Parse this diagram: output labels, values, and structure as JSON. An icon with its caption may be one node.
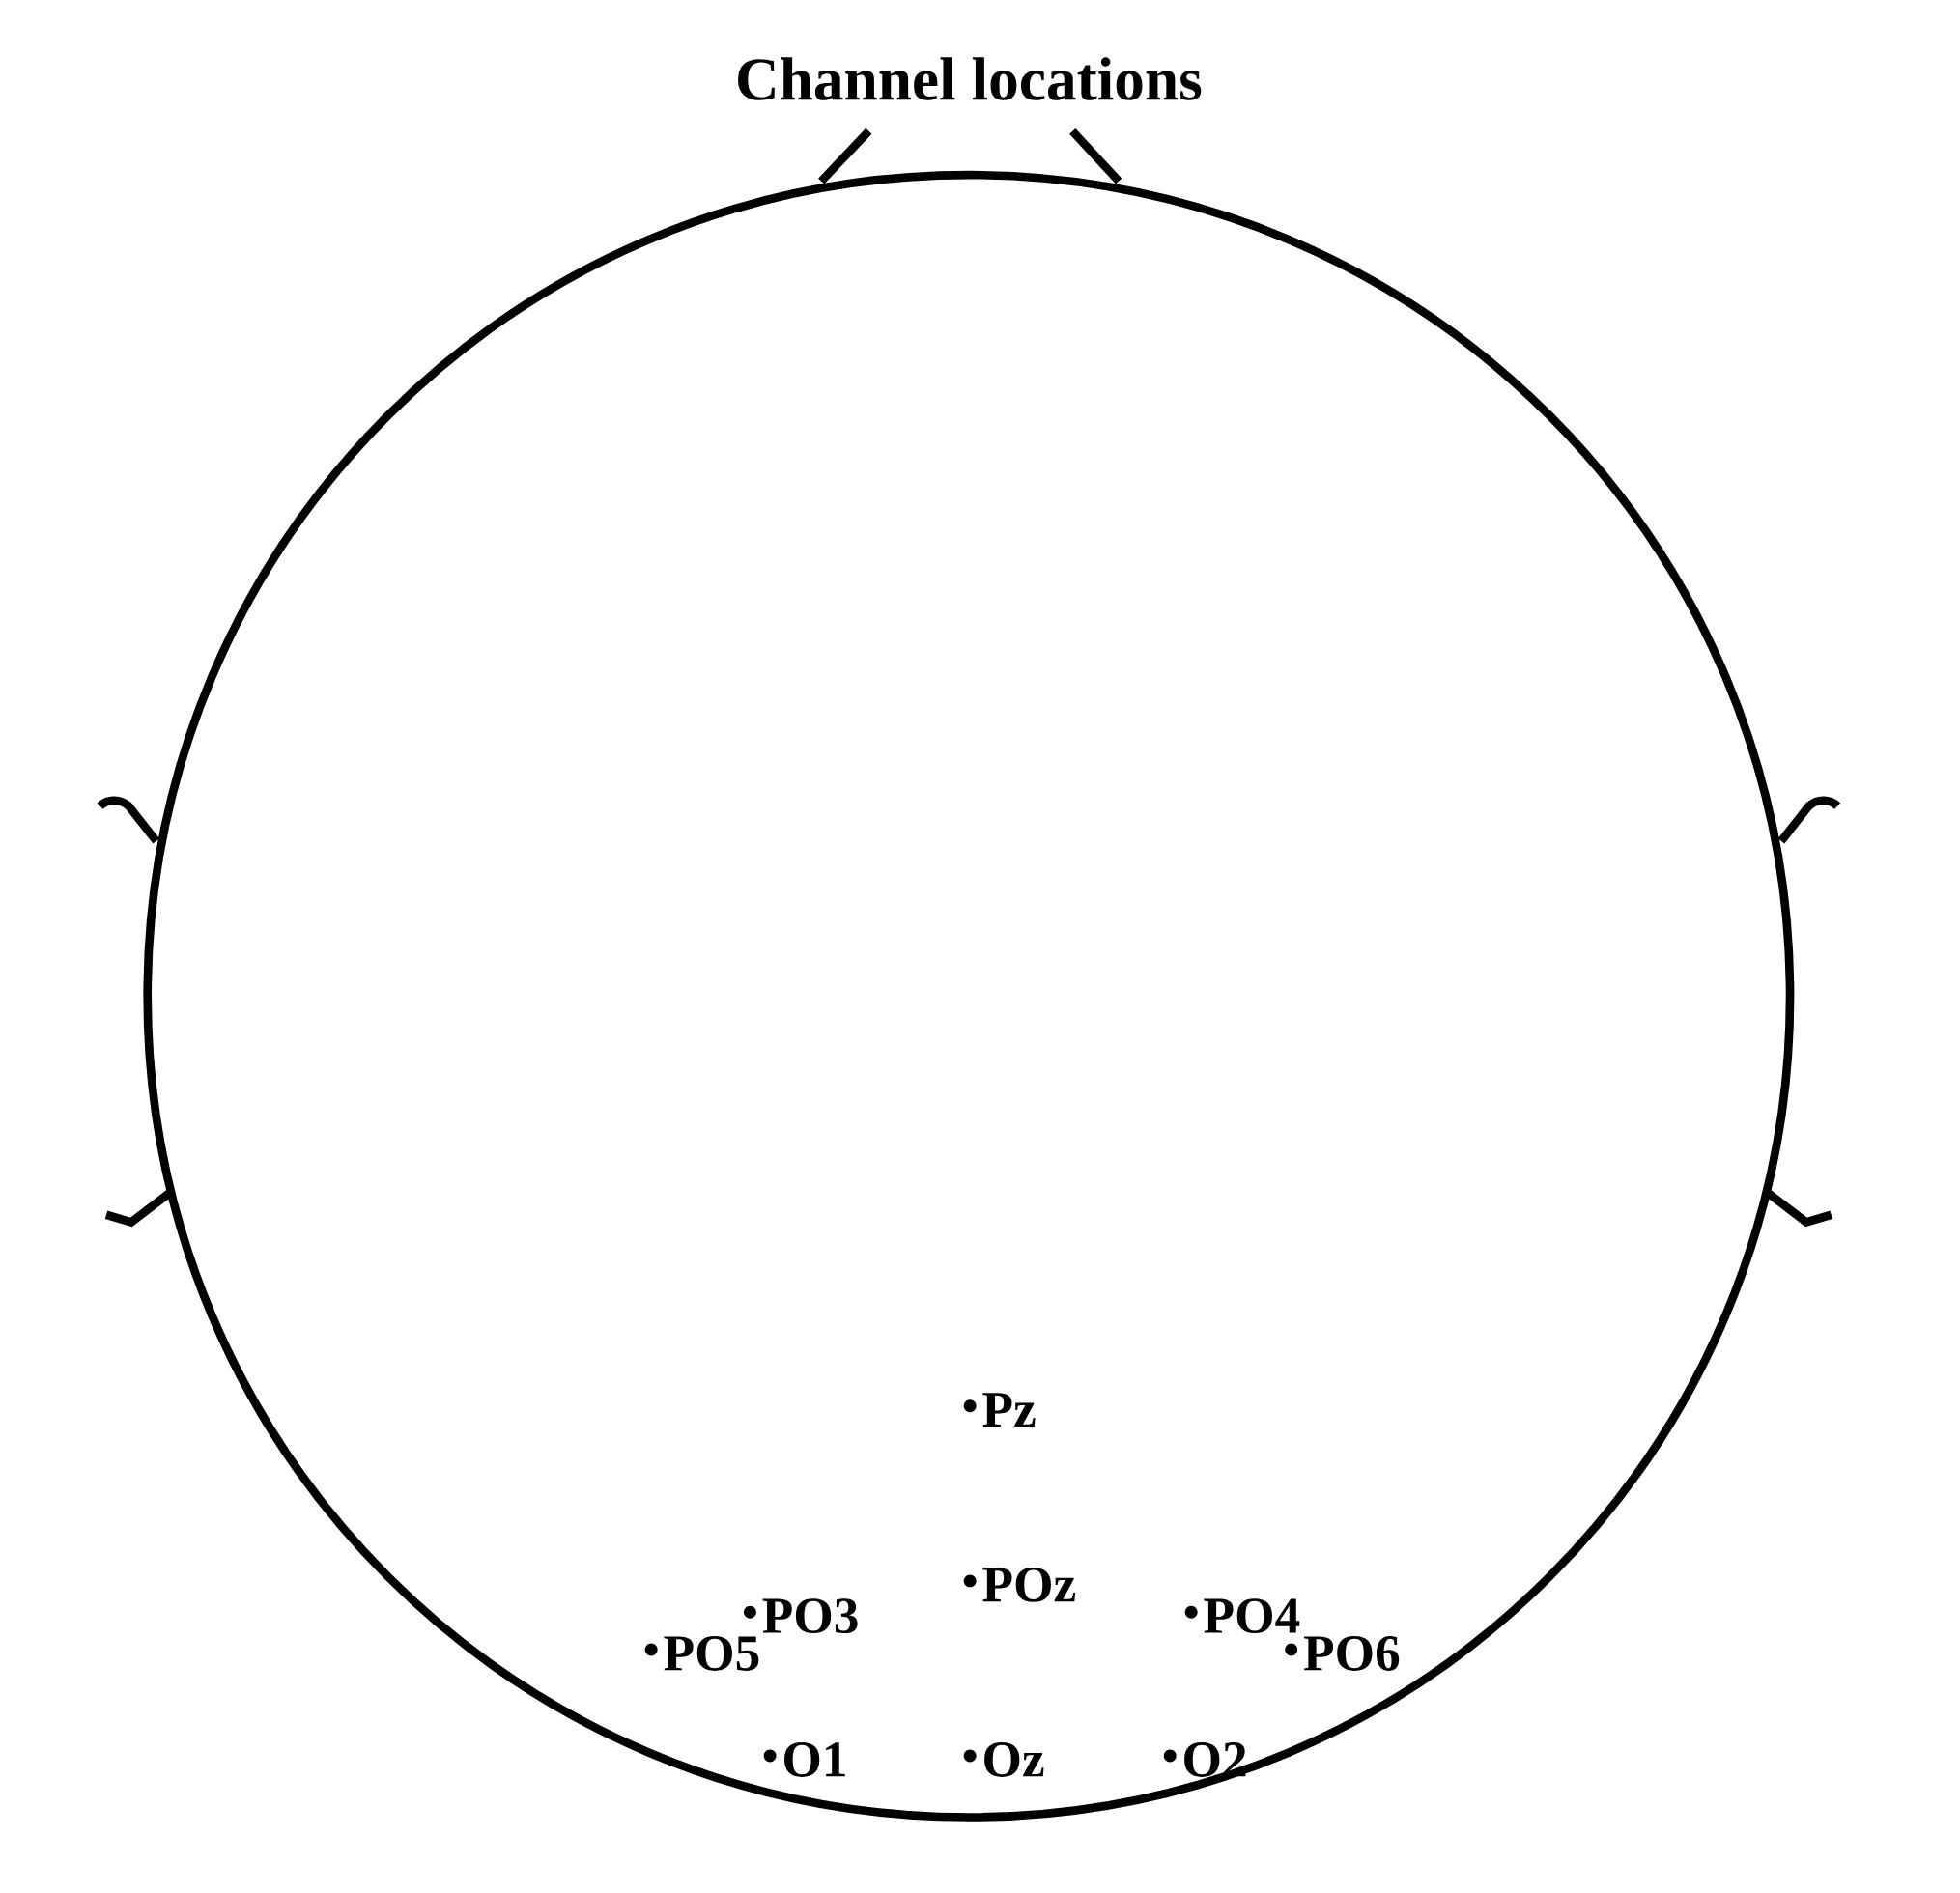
{
  "diagram": {
    "title": "Channel locations",
    "labels": [
      "Pz",
      "POz",
      "PO3",
      "PO4",
      "PO5",
      "PO6",
      "O1",
      "Oz",
      "O2"
    ]
  }
}
